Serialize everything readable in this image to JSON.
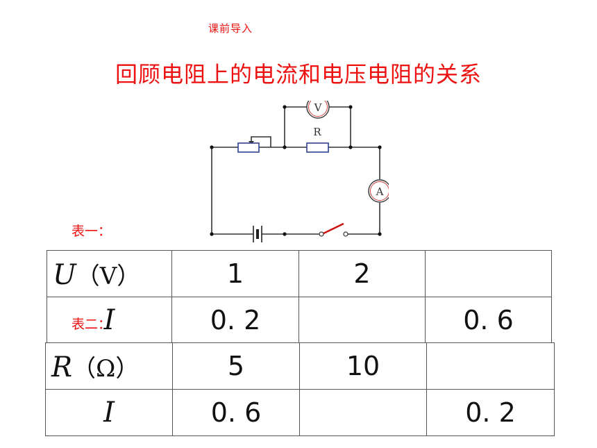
{
  "heading": "课前导入",
  "title": "回顾电阻上的电流和电压电阻的关系",
  "circuit": {
    "voltmeter_label": "V",
    "ammeter_label": "A",
    "resistor_label": "R"
  },
  "table1": {
    "label": "表一：",
    "row1": {
      "symbol": "U",
      "unit": "（V）",
      "cells": [
        "1",
        "2",
        ""
      ]
    },
    "row2": {
      "symbol": "I",
      "cells": [
        "0. 2",
        "",
        "0. 6"
      ]
    }
  },
  "table2": {
    "label": "表二：",
    "row1": {
      "symbol": "R",
      "unit": "（Ω）",
      "cells": [
        "5",
        "10",
        ""
      ]
    },
    "row2": {
      "symbol": "I",
      "cells": [
        "0. 6",
        "",
        "0. 2"
      ]
    }
  },
  "colors": {
    "accent": "#ee1111",
    "line": "#555555"
  }
}
